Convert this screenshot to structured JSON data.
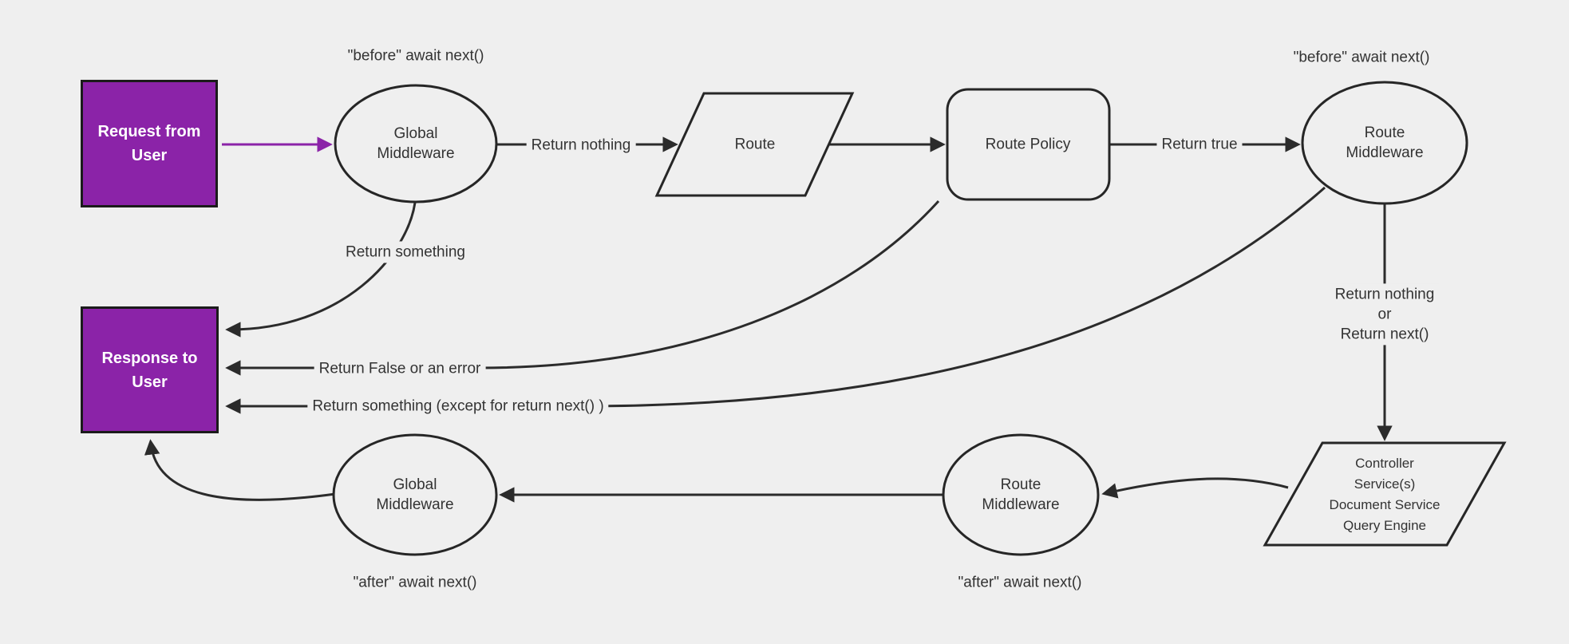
{
  "diagram": {
    "colors": {
      "background": "#efefef",
      "accent_purple": "#8b23a8",
      "line": "#2b2b2b",
      "node_text": "#333333",
      "box_text": "#ffffff"
    },
    "nodes": {
      "request": {
        "label": "Request from User"
      },
      "global_middleware_top": {
        "label": "Global Middleware"
      },
      "route": {
        "label": "Route"
      },
      "route_policy": {
        "label": "Route Policy"
      },
      "route_middleware_top": {
        "label": "Route Middleware"
      },
      "controller_services": {
        "label": "Controller\nService(s)\nDocument Service\nQuery Engine"
      },
      "route_middleware_bottom": {
        "label": "Route Middleware"
      },
      "global_middleware_bottom": {
        "label": "Global Middleware"
      },
      "response": {
        "label": "Response to User"
      }
    },
    "annotations": {
      "before_await_left": "\"before\" await next()",
      "before_await_right": "\"before\" await next()",
      "after_await_left": "\"after\" await next()",
      "after_await_right": "\"after\" await next()"
    },
    "edge_labels": {
      "return_nothing": "Return nothing",
      "return_true": "Return true",
      "return_something": "Return something",
      "return_false": "Return False or an error",
      "return_something_except": "Return something (except for return next() )",
      "return_nothing_or_next": "Return nothing\nor\nReturn next()"
    }
  }
}
